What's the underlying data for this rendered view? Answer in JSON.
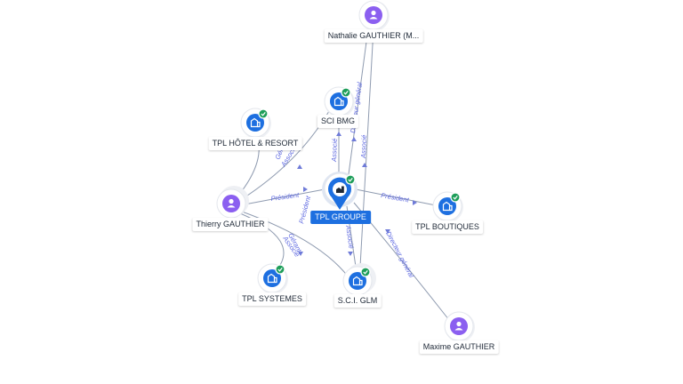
{
  "nodes": {
    "tpl_groupe": {
      "label": "TPL GROUPE",
      "type": "company",
      "verified": true
    },
    "nathalie": {
      "label": "Nathalie GAUTHIER (M...",
      "type": "person"
    },
    "sci_bmg": {
      "label": "SCI BMG",
      "type": "company",
      "verified": true
    },
    "tpl_hotel": {
      "label": "TPL HÔTEL & RESORT",
      "type": "company",
      "verified": true
    },
    "thierry": {
      "label": "Thierry GAUTHIER",
      "type": "person"
    },
    "tpl_boutiques": {
      "label": "TPL BOUTIQUES",
      "type": "company",
      "verified": true
    },
    "tpl_systemes": {
      "label": "TPL SYSTEMES",
      "type": "company",
      "verified": true
    },
    "sci_glm": {
      "label": "S.C.I. GLM",
      "type": "company",
      "verified": true
    },
    "maxime": {
      "label": "Maxime GAUTHIER",
      "type": "person"
    }
  },
  "edge_labels": {
    "thierry_groupe": "Président",
    "groupe_boutiques": "Président",
    "groupe_sci_bmg": "Associé",
    "nathalie_directeur": "Directeur général",
    "nathalie_associe": "Associé",
    "thierry_hotel_gerant": "Gérant",
    "thierry_hotel_associe": "Associé",
    "thierry_systemes_president": "Président",
    "thierry_systemes_gerant": "Gérant",
    "thierry_systemes_associe": "Associé",
    "groupe_glm": "Associé",
    "maxime_directeur": "Directeur général"
  },
  "colors": {
    "company": "#1d6fe0",
    "person": "#8b5ff0",
    "verified": "#1e9e5a",
    "edge": "#8f9bb0",
    "edge_label": "#5c67e0"
  },
  "icons": {
    "company": "building-icon",
    "person": "person-icon",
    "verified": "check-badge-icon",
    "center": "map-pin-icon"
  }
}
